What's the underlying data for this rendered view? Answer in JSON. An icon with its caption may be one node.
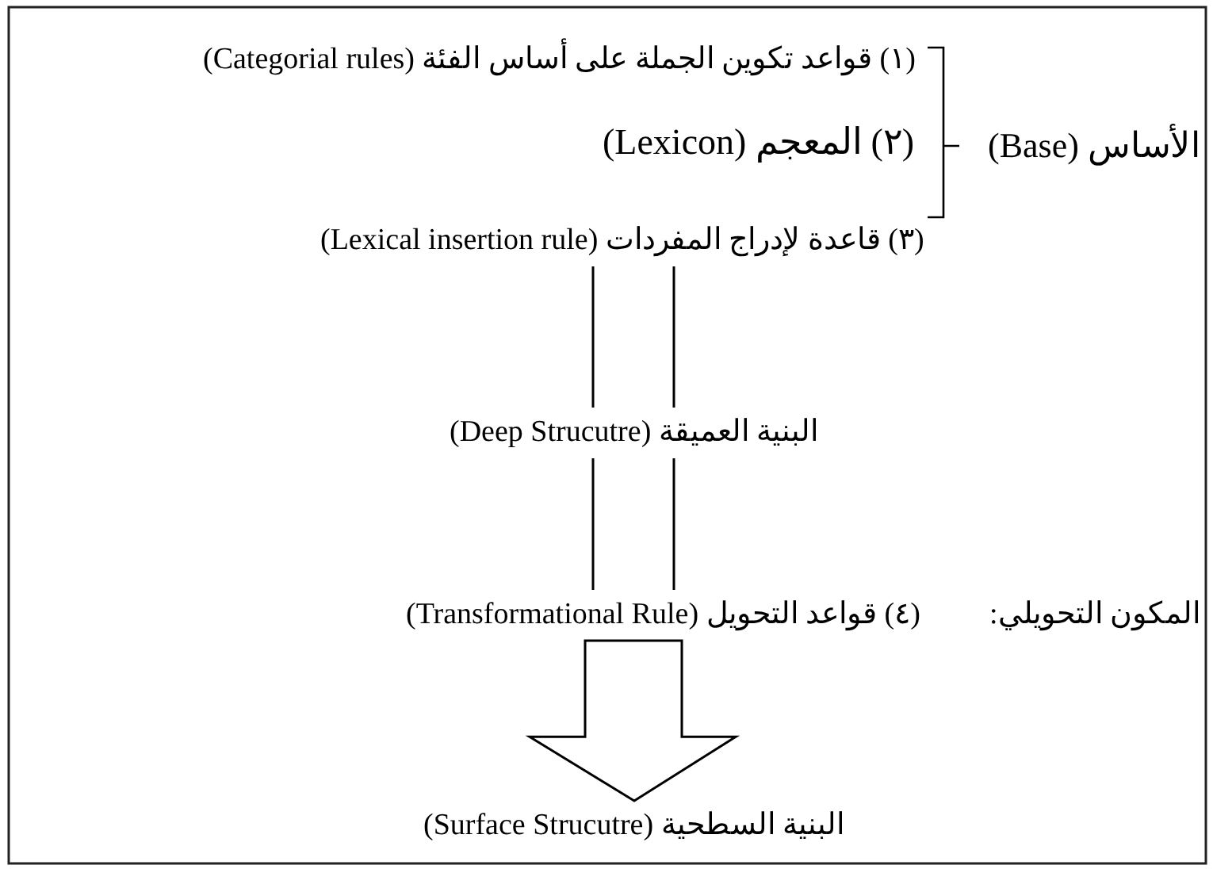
{
  "diagram": {
    "nodes": [
      {
        "text": [
          "(٣) قاعدة لإدراج المفردات (Lexical insertion rule)"
        ]
      },
      {
        "text": [
          "البنية العميقة (Deep Strucutre)"
        ]
      },
      {
        "text": [
          "(٤) قواعد التحويل (Transformational Rule)"
        ]
      },
      {
        "text": [
          "البنية السطحية (Surface Strucutre)"
        ]
      }
    ],
    "edges": [
      {
        "from": 0,
        "to": 1,
        "arrow": "none"
      },
      {
        "from": 1,
        "to": 2,
        "arrow": "none"
      },
      {
        "from": 2,
        "to": 3,
        "arrow": "to"
      }
    ],
    "labels": [
      "(١) قواعد تكوين الجملة على أساس الفئة (Categorial rules)",
      "(٢) المعجم (Lexicon)",
      "الأساس (Base)",
      "المكون التحويلي:"
    ]
  }
}
